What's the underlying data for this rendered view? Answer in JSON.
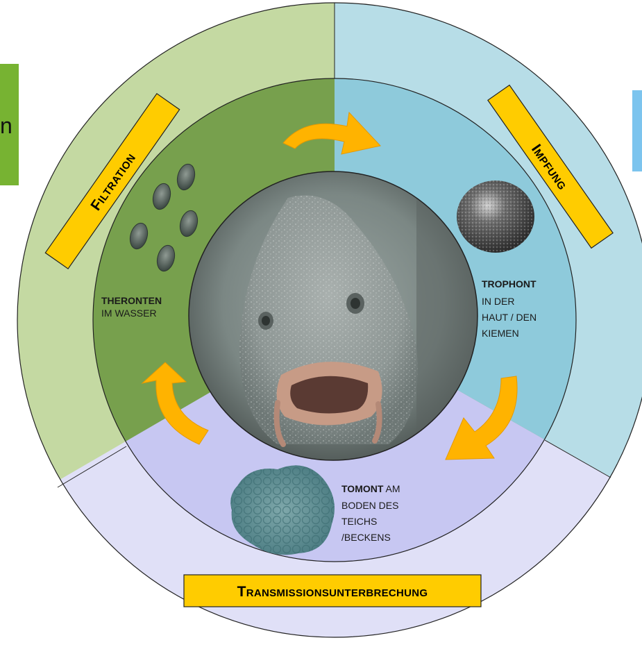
{
  "left_tab": {
    "text": "n"
  },
  "sections": {
    "filtration": "Filtration",
    "vaccination": "Impfung",
    "transmission": "Transmissionsunterbrechung"
  },
  "stages": {
    "theront": {
      "bold": "THERONTEN",
      "lines": [
        "IM WASSER"
      ]
    },
    "trophont": {
      "bold": "TROPHONT",
      "lines": [
        "IN DER",
        "HAUT / DEN",
        "KIEMEN"
      ]
    },
    "tomont": {
      "bold": "TOMONT",
      "first_rest": " AM",
      "lines": [
        "BODEN DES",
        "TEICHS",
        "/BECKENS"
      ]
    }
  },
  "colors": {
    "filtration_outer": "#c4d9a2",
    "filtration_inner": "#77a04d",
    "impfung_outer": "#b7dde7",
    "impfung_inner": "#8ecadb",
    "transmission_outer": "#e0e0f7",
    "transmission_inner": "#c7c7f2",
    "label_bar": "#ffcc00",
    "arrow": "#ffb300",
    "left_tab": "#77b332",
    "right_tab": "#7cc4ee"
  }
}
